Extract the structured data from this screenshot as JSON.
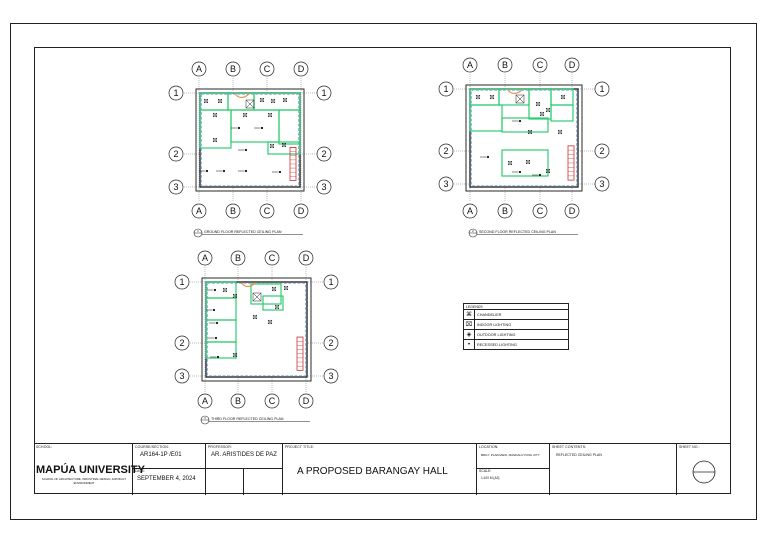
{
  "plans": [
    {
      "number": "1",
      "title": "GROUND FLOOR REFLECTED CEILING PLAN"
    },
    {
      "number": "2",
      "title": "SECOND FLOOR REFLECTED CEILING PLAN"
    },
    {
      "number": "3",
      "title": "THIRD FLOOR REFLECTED CEILING PLAN"
    }
  ],
  "grid": {
    "columns": [
      "A",
      "B",
      "C",
      "D"
    ],
    "rows": [
      "1",
      "2",
      "3"
    ]
  },
  "legend": {
    "title": "LEGENDS",
    "items": [
      {
        "icon": "chandelier-icon",
        "symbol": "⌘",
        "label": "CHANDELIER"
      },
      {
        "icon": "indoor-lighting-icon",
        "symbol": "⌧",
        "label": "INDOOR LIGHTING"
      },
      {
        "icon": "outdoor-lighting-icon",
        "symbol": "◈",
        "label": "OUTDOOR LIGHTING"
      },
      {
        "icon": "recessed-lighting-icon",
        "symbol": "•",
        "label": "RECESSED LIGHTING"
      }
    ]
  },
  "title_block": {
    "school_label": "SCHOOL:",
    "school": "MAPÚA UNIVERSITY",
    "school_sub": "SCHOOL OF ARCHITECTURE, INDUSTRIAL DESIGN, AND BUILT ENVIRONMENT",
    "course_label": "COURSE/SECTION:",
    "course": "AR164-1P /E01",
    "date_label": "DATE:",
    "date": "SEPTEMBER 4, 2024",
    "professor_label": "PROFESSOR:",
    "professor": "AR. ARISTIDES DE PAZ",
    "project_label": "PROJECT TITLE:",
    "project": "A PROPOSED BARANGAY HALL",
    "location_label": "LOCATION:",
    "location": "BRGY. PLAINVIEW, MANDALUYONG CITY",
    "scale_label": "SCALE:",
    "scale": "1:100 M (A3)",
    "contents_label": "SHEET CONTENTS:",
    "contents": "REFLECTED CEILING PLAN",
    "sheet_label": "SHEET NO.:"
  },
  "colors": {
    "walls": "#2a2a2a",
    "green": "#2ecc71",
    "blue": "#4a90d9",
    "red": "#d0312d",
    "orange": "#e8955a"
  }
}
